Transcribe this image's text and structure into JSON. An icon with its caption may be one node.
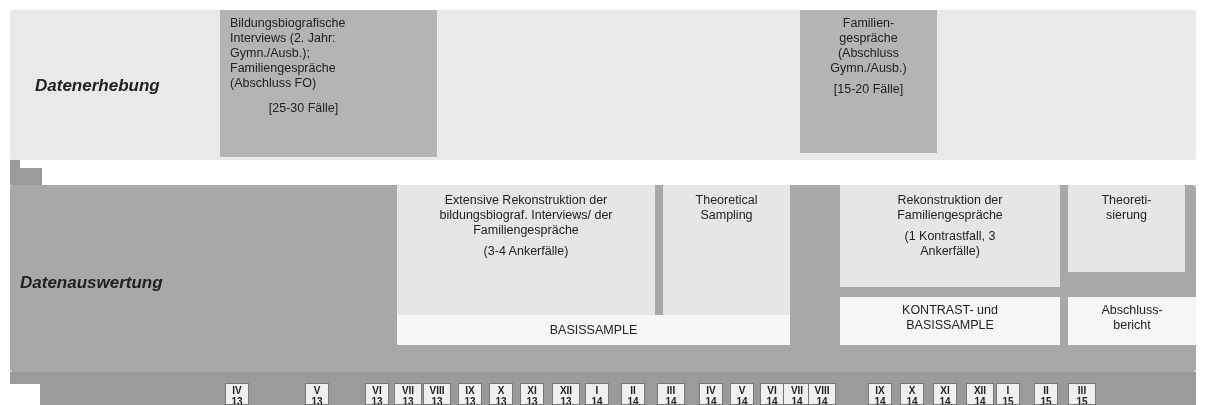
{
  "diagram": {
    "nodes": [
      {
        "text": [
          "Datenerhebung"
        ]
      },
      {
        "text": [
          "Bildungsbiografische Interviews (2. Jahr: Gymn./Ausb.); Familiengespräche (Abschluss FO)",
          "[25-30 Fälle]"
        ],
        "in": 0
      },
      {
        "text": [
          "Familien- gespräche (Abschluss Gymn./Ausb.)",
          "[15-20 Fälle]"
        ],
        "in": 0
      },
      {
        "text": [
          "Datenauswertung"
        ]
      },
      {
        "text": [
          "Extensive Rekonstruktion der bildungsbiograf. Interviews/ der Familiengespräche",
          "(3-4 Ankerfälle)"
        ],
        "in": 3
      },
      {
        "text": [
          "Theoretical Sampling"
        ],
        "in": 3
      },
      {
        "text": [
          "BASISSAMPLE"
        ],
        "in": 3
      },
      {
        "text": [
          "Rekonstruktion der Familiengespräche",
          "(1 Kontrastfall, 3 Ankerfälle)"
        ],
        "in": 3
      },
      {
        "text": [
          "Theoreti- sierung"
        ],
        "in": 3
      },
      {
        "text": [
          "KONTRAST- und BASISSAMPLE"
        ],
        "in": 3
      },
      {
        "text": [
          "Abschluss- bericht"
        ],
        "in": 3
      },
      {
        "text": [],
        "shape": "bar"
      },
      {
        "text": [
          "IV 13"
        ],
        "in": 11
      },
      {
        "text": [
          "V 13"
        ],
        "in": 11
      },
      {
        "text": [
          "VI 13"
        ],
        "in": 11
      },
      {
        "text": [
          "VII 13"
        ],
        "in": 11
      },
      {
        "text": [
          "VIII 13"
        ],
        "in": 11
      },
      {
        "text": [
          "IX 13"
        ],
        "in": 11
      },
      {
        "text": [
          "X 13"
        ],
        "in": 11
      },
      {
        "text": [
          "XI 13"
        ],
        "in": 11
      },
      {
        "text": [
          "XII 13"
        ],
        "in": 11
      },
      {
        "text": [
          "I 14"
        ],
        "in": 11
      },
      {
        "text": [
          "II 14"
        ],
        "in": 11
      },
      {
        "text": [
          "III 14"
        ],
        "in": 11
      },
      {
        "text": [
          "IV 14"
        ],
        "in": 11
      },
      {
        "text": [
          "V 14"
        ],
        "in": 11
      },
      {
        "text": [
          "VI 14"
        ],
        "in": 11
      },
      {
        "text": [
          "VII 14"
        ],
        "in": 11
      },
      {
        "text": [
          "VIII 14"
        ],
        "in": 11
      },
      {
        "text": [
          "IX 14"
        ],
        "in": 11
      },
      {
        "text": [
          "X 14"
        ],
        "in": 11
      },
      {
        "text": [
          "XI 14"
        ],
        "in": 11
      },
      {
        "text": [
          "XII 14"
        ],
        "in": 11
      },
      {
        "text": [
          "I 15"
        ],
        "in": 11
      },
      {
        "text": [
          "II 15"
        ],
        "in": 11
      },
      {
        "text": [
          "III 15"
        ],
        "in": 11
      }
    ]
  }
}
